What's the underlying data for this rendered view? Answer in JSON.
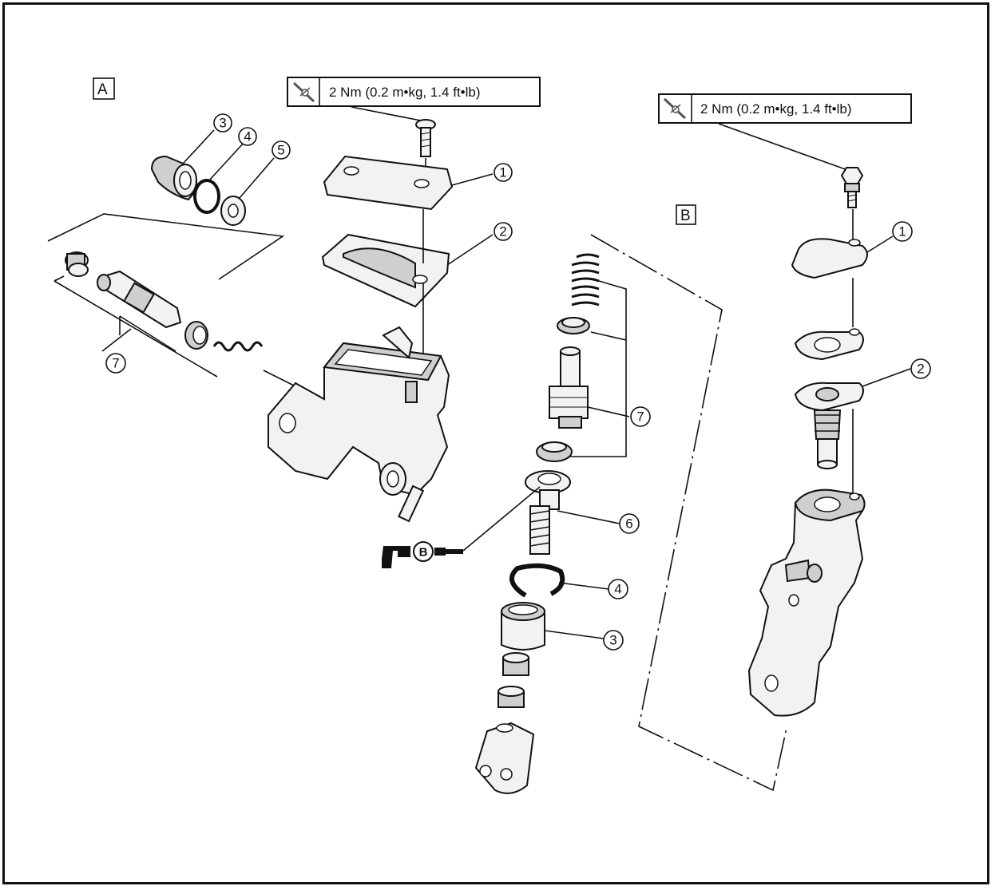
{
  "sections": {
    "a": {
      "label": "A"
    },
    "b": {
      "label": "B"
    }
  },
  "torque_specs": {
    "a": "2 Nm (0.2 m•kg, 1.4 ft•lb)",
    "b": "2 Nm (0.2 m•kg, 1.4 ft•lb)"
  },
  "callouts_a": {
    "c1": "1",
    "c2": "2",
    "c3": "3",
    "c4": "4",
    "c5": "5",
    "c7": "7"
  },
  "callouts_b": {
    "c1": "1",
    "c2": "2",
    "c3": "3",
    "c4": "4",
    "c6": "6",
    "c7": "7"
  },
  "grease_mark": {
    "letter": "B",
    "icon": "grease-gun-icon"
  },
  "icons": {
    "torque": "torque-wrench-icon"
  }
}
